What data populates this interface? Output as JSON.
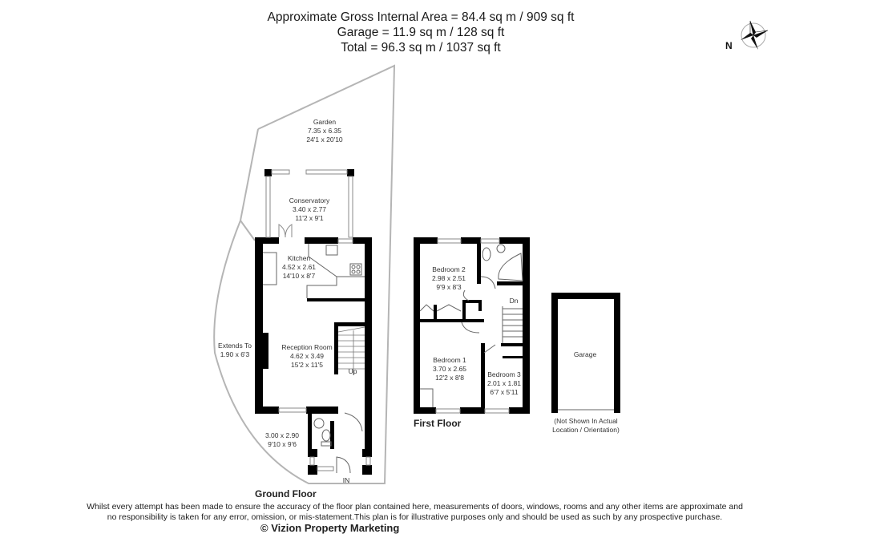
{
  "header": {
    "line1": "Approximate Gross Internal Area = 84.4 sq m / 909 sq ft",
    "line2": "Garage = 11.9 sq m / 128 sq ft",
    "line3": "Total = 96.3 sq m / 1037 sq ft"
  },
  "compass": {
    "icon": "compass-rose-icon",
    "label": "N"
  },
  "ground_floor": {
    "title": "Ground Floor",
    "rooms": [
      {
        "name": "Garden",
        "metric": "7.35 x 6.35",
        "imperial": "24'1 x 20'10"
      },
      {
        "name": "Conservatory",
        "metric": "3.40 x 2.77",
        "imperial": "11'2 x 9'1"
      },
      {
        "name": "Kitchen",
        "metric": "4.52 x 2.61",
        "imperial": "14'10 x 8'7"
      },
      {
        "name": "Reception Room",
        "metric": "4.62 x 3.49",
        "imperial": "15'2 x 11'5"
      },
      {
        "name": "Extends To",
        "metric": "1.90 x 6'3",
        "imperial": ""
      },
      {
        "name": "",
        "metric": "3.00 x 2.90",
        "imperial": "9'10 x 9'6"
      }
    ],
    "stairs_label": "Up",
    "entrance_label": "IN"
  },
  "first_floor": {
    "title": "First Floor",
    "rooms": [
      {
        "name": "Bedroom 2",
        "metric": "2.98 x 2.51",
        "imperial": "9'9 x 8'3"
      },
      {
        "name": "Bedroom 1",
        "metric": "3.70 x 2.65",
        "imperial": "12'2 x 8'8"
      },
      {
        "name": "Bedroom 3",
        "metric": "2.01 x 1.81",
        "imperial": "6'7 x 5'11"
      }
    ],
    "stairs_label": "Dn"
  },
  "garage": {
    "name": "Garage",
    "note_line1": "(Not Shown In Actual",
    "note_line2": "Location / Orientation)"
  },
  "footer": {
    "disclaimer_line1": "Whilst every attempt has been made to ensure the accuracy of the floor plan contained here, measurements of doors, windows, rooms and any other items are approximate and",
    "disclaimer_line2": "no responsibility is taken for any error, omission, or mis-statement.This plan is for illustrative purposes only and should be used as such by any prospective purchase.",
    "copyright": "© Vizion Property Marketing"
  },
  "colors": {
    "wall": "#000000",
    "boundary": "#b5b5b5",
    "window": "#9a9a9a",
    "text": "#1a1a1a"
  }
}
